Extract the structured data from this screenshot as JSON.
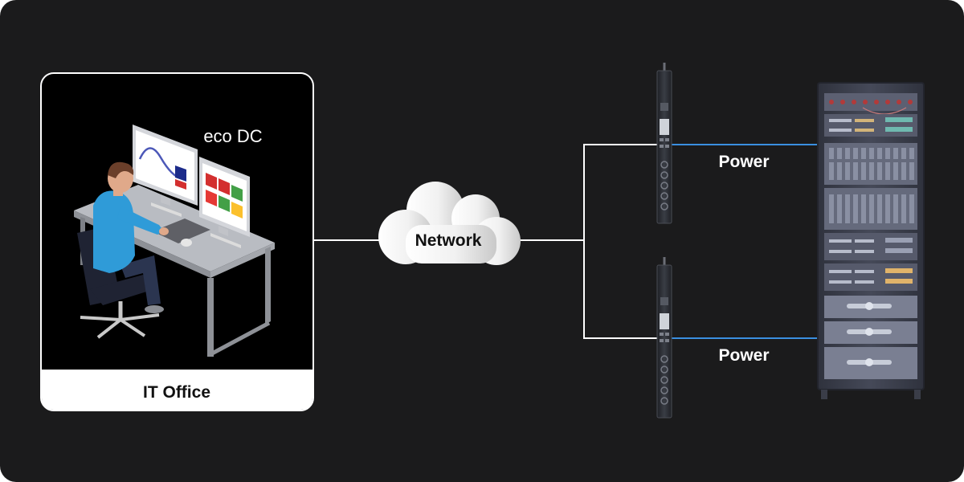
{
  "office": {
    "caption": "IT Office",
    "screen_label": "eco DC"
  },
  "cloud": {
    "label": "Network"
  },
  "links": [
    {
      "label": "Power"
    },
    {
      "label": "Power"
    }
  ],
  "colors": {
    "background": "#1b1b1c",
    "line": "#ffffff",
    "power_line": "#3a8fe0",
    "rack_body": "#3c3f4c",
    "pdu_body": "#25272c"
  }
}
